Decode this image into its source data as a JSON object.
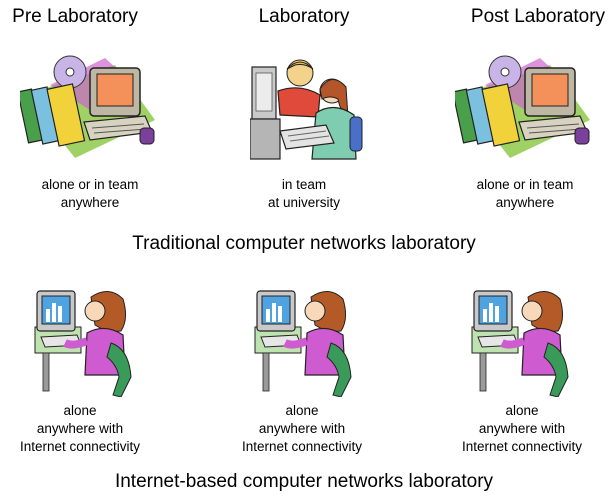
{
  "traditional": {
    "columns": [
      {
        "heading": "Pre Laboratory",
        "caption_line1": "alone or in team",
        "caption_line2": "anywhere"
      },
      {
        "heading": "Laboratory",
        "caption_line1": "in team",
        "caption_line2": "at university"
      },
      {
        "heading": "Post Laboratory",
        "caption_line1": "alone or in team",
        "caption_line2": "anywhere"
      }
    ],
    "title": "Traditional computer networks laboratory"
  },
  "internet": {
    "columns": [
      {
        "caption_line1": "alone",
        "caption_line2": "anywhere with",
        "caption_line3": "Internet connectivity"
      },
      {
        "caption_line1": "alone",
        "caption_line2": "anywhere with",
        "caption_line3": "Internet connectivity"
      },
      {
        "caption_line1": "alone",
        "caption_line2": "anywhere with",
        "caption_line3": "Internet connectivity"
      }
    ],
    "title": "Internet-based computer networks laboratory"
  },
  "icons": [
    "books-computer-clipart",
    "students-at-computer-clipart",
    "woman-at-computer-clipart"
  ]
}
